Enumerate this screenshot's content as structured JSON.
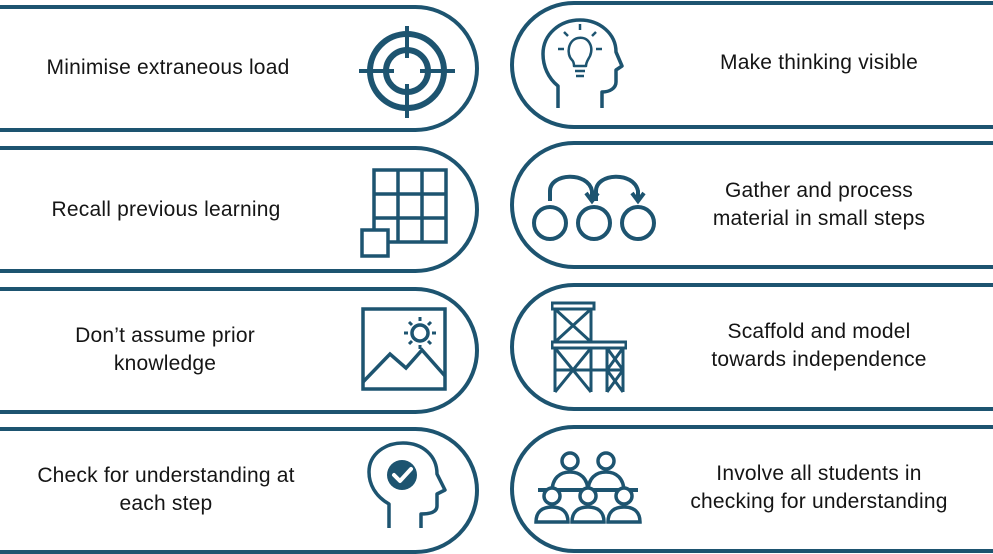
{
  "colors": {
    "border": "#1d5470",
    "icon": "#1d5470",
    "text": "#151515",
    "background": "#ffffff"
  },
  "cards": [
    {
      "id": "minimise-extraneous-load",
      "label": "Minimise extraneous load",
      "icon": "crosshair-icon"
    },
    {
      "id": "recall-previous-learning",
      "label": "Recall previous learning",
      "icon": "grid-blocks-icon"
    },
    {
      "id": "dont-assume-prior-knowledge",
      "label": "Don’t assume prior\nknowledge",
      "icon": "landscape-image-icon"
    },
    {
      "id": "check-for-understanding",
      "label": "Check for understanding at\neach step",
      "icon": "head-checkmark-icon"
    },
    {
      "id": "make-thinking-visible",
      "label": "Make thinking visible",
      "icon": "head-lightbulb-icon"
    },
    {
      "id": "gather-and-process",
      "label": "Gather and process\nmaterial in small steps",
      "icon": "process-circles-icon"
    },
    {
      "id": "scaffold-and-model",
      "label": "Scaffold and model\ntowards independence",
      "icon": "scaffold-icon"
    },
    {
      "id": "involve-all-students",
      "label": "Involve all students in\nchecking for understanding",
      "icon": "student-group-icon"
    }
  ]
}
